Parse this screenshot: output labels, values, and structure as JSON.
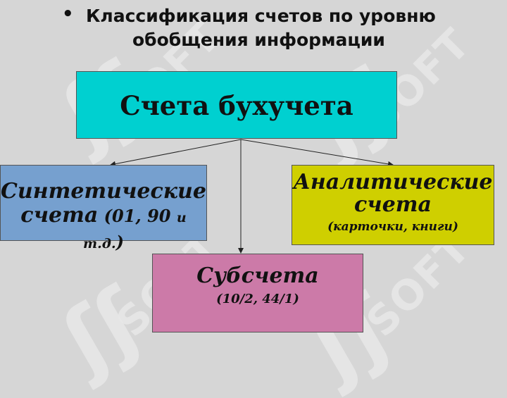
{
  "slide": {
    "bullet": "•",
    "title_line1": "Классификация счетов по уровню",
    "title_line2": "обобщения информации"
  },
  "diagram": {
    "root": "Счета бухучета",
    "left": {
      "line1": "Синтетические",
      "line2_word": "счета",
      "line2_code": " (01, 90 ",
      "line2_suffix": "и т.д.",
      "line2_close": ")"
    },
    "right": {
      "title_line1": "Аналитические",
      "title_line2": "счета",
      "subtitle": "(карточки, книги)"
    },
    "middle": {
      "title": "Субсчета",
      "subtitle": "(10/2, 44/1)"
    }
  },
  "watermark": {
    "text": "SOFT"
  },
  "colors": {
    "background": "#d6d6d6",
    "root_box": "#00d0d0",
    "left_box": "#76a0cf",
    "right_box": "#cfcf00",
    "middle_box": "#cc7aa8"
  }
}
